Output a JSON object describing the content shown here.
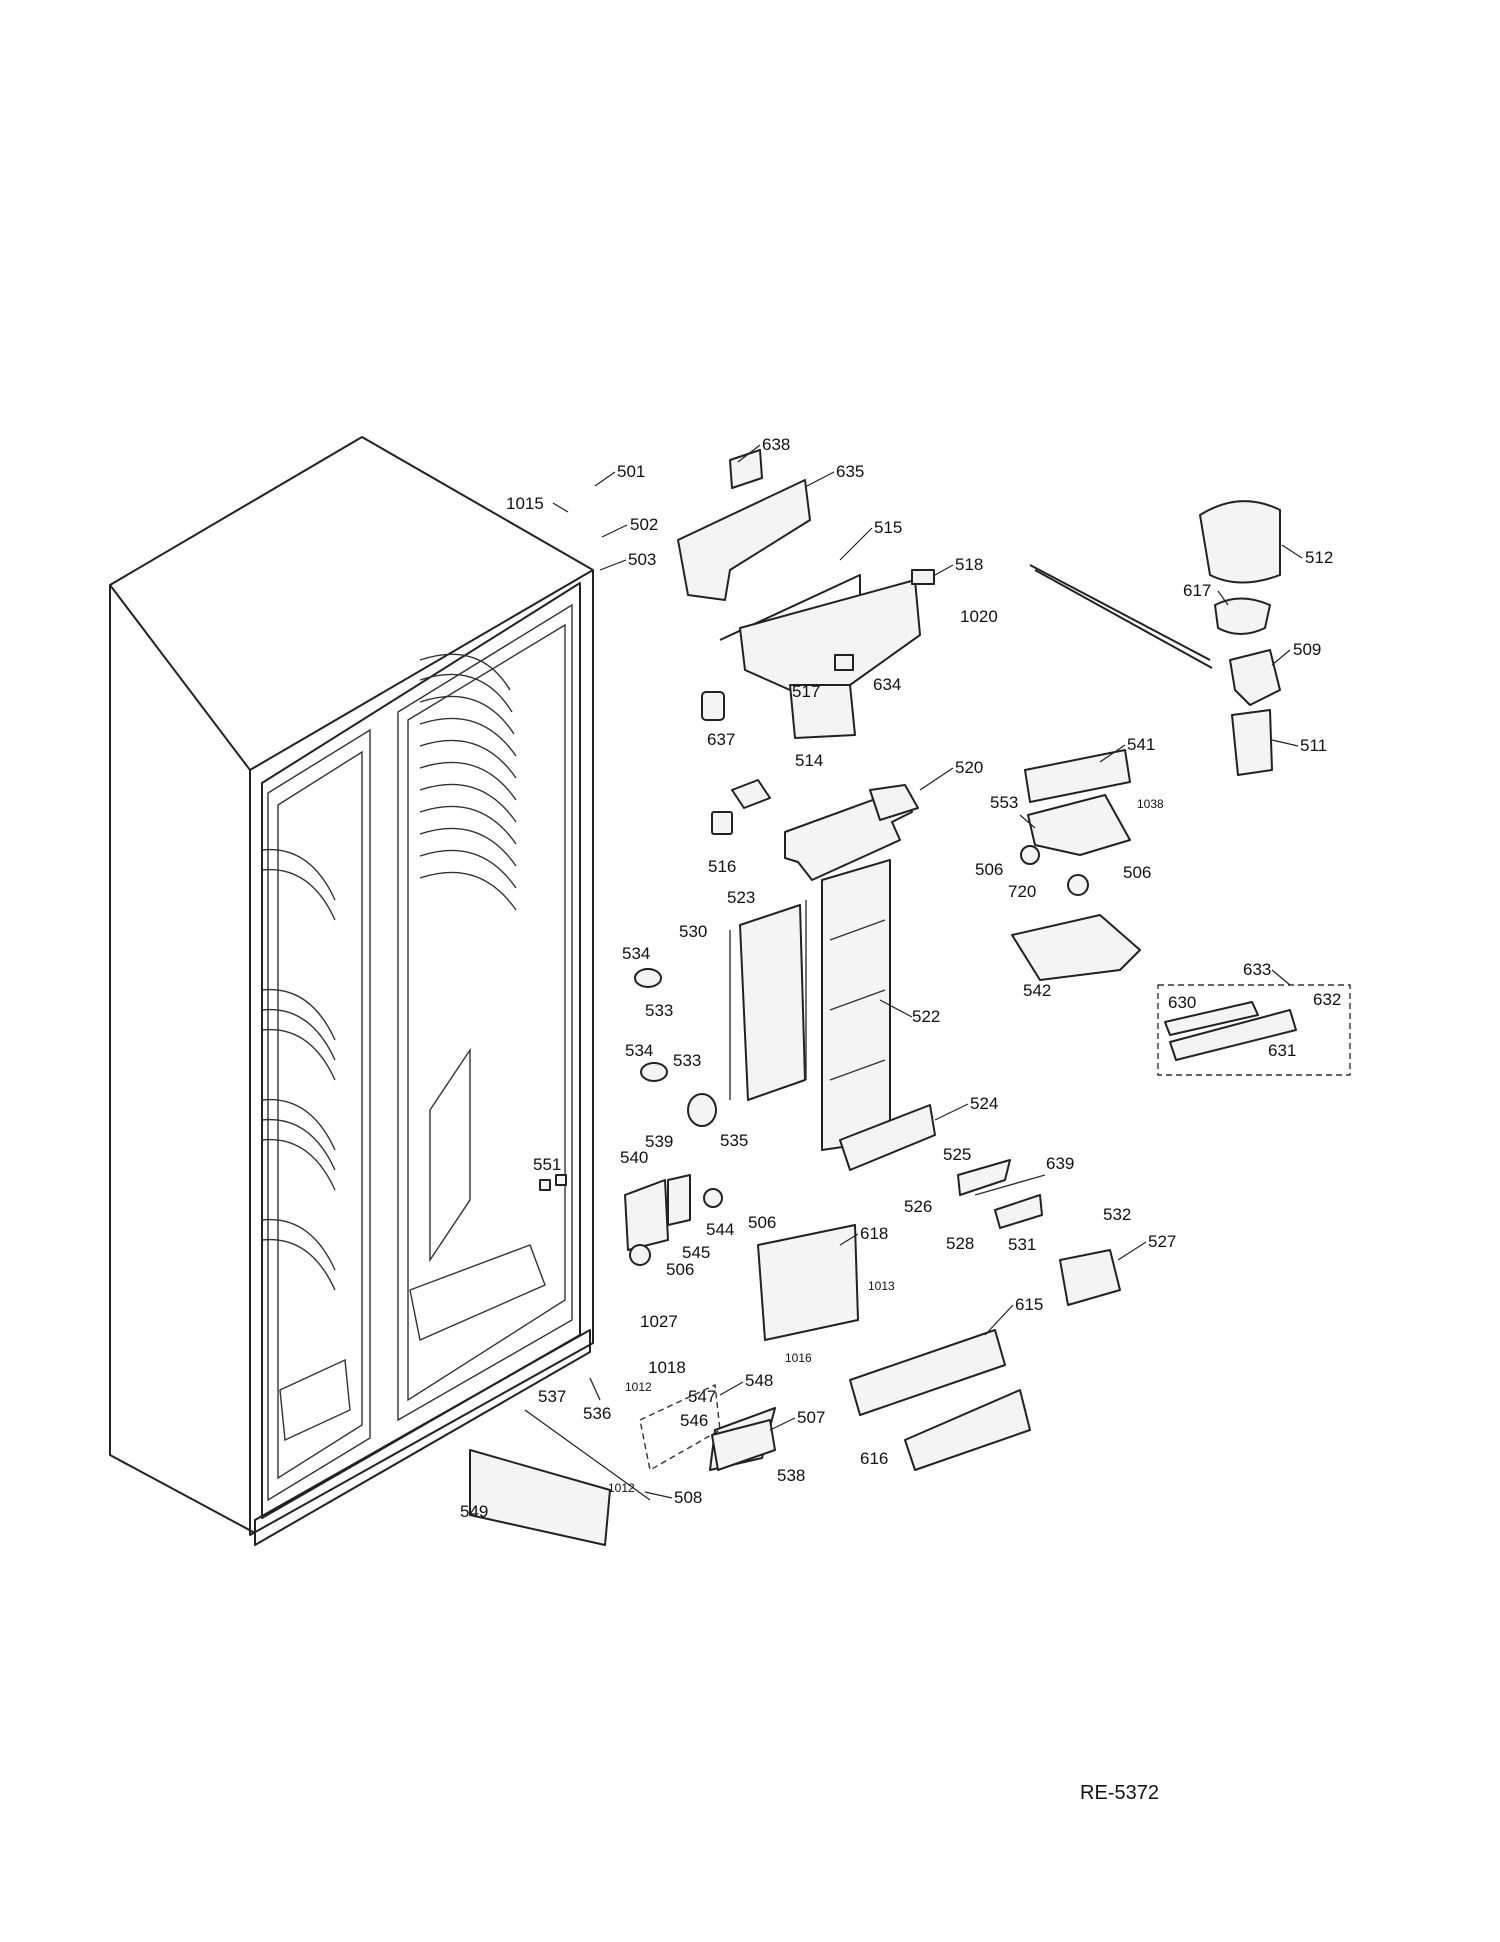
{
  "diagram": {
    "reference_code": "RE-5372",
    "callouts": [
      "501",
      "1015",
      "502",
      "503",
      "638",
      "635",
      "515",
      "518",
      "512",
      "617",
      "509",
      "511",
      "637",
      "517",
      "634",
      "1020",
      "541",
      "1038",
      "514",
      "520",
      "553",
      "516",
      "506",
      "720",
      "523",
      "530",
      "534",
      "533",
      "522",
      "542",
      "633",
      "630",
      "632",
      "631",
      "535",
      "524",
      "551",
      "539",
      "540",
      "544",
      "525",
      "639",
      "526",
      "545",
      "618",
      "532",
      "528",
      "531",
      "527",
      "1013",
      "1016",
      "1027",
      "615",
      "1018",
      "1012",
      "548",
      "537",
      "536",
      "547",
      "546",
      "507",
      "538",
      "616",
      "549",
      "508"
    ]
  }
}
